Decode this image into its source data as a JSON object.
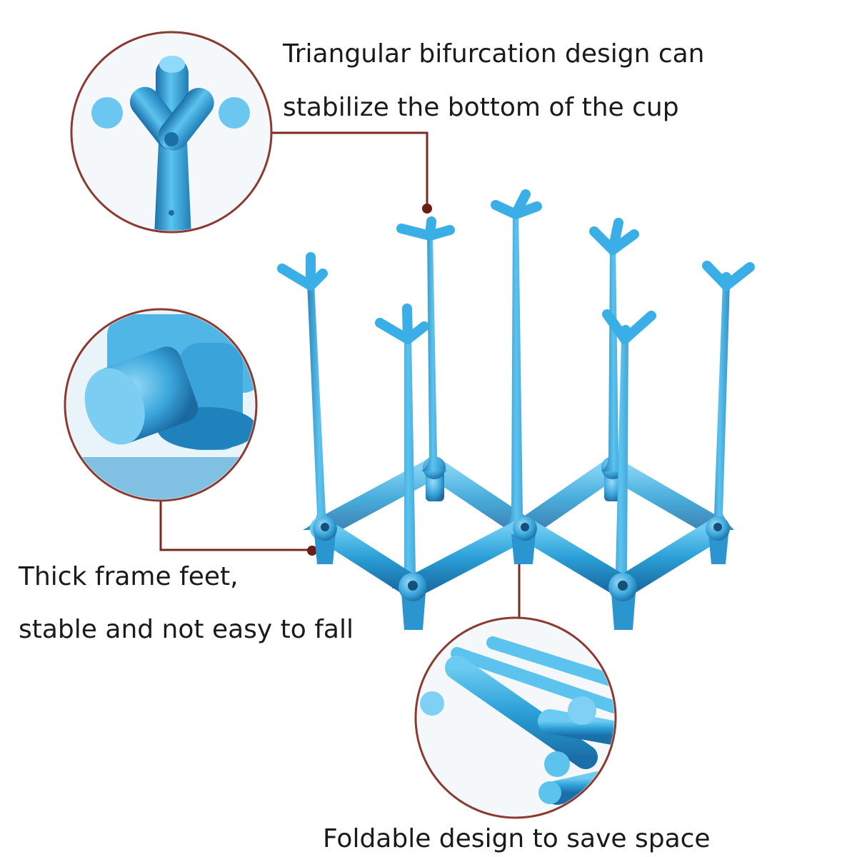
{
  "captions": {
    "top_line1": "Triangular bifurcation design can",
    "top_line2": "stabilize the bottom of the cup",
    "left_line1": "Thick frame feet,",
    "left_line2": "stable and not easy to fall",
    "bottom": "Foldable design to save space"
  },
  "colors": {
    "plastic_blue": "#2a9fd6",
    "plastic_dark": "#1b6fa8",
    "plastic_light": "#7fd0f5",
    "callout_line": "#7a2a20",
    "circle_border": "#8a3a30"
  }
}
